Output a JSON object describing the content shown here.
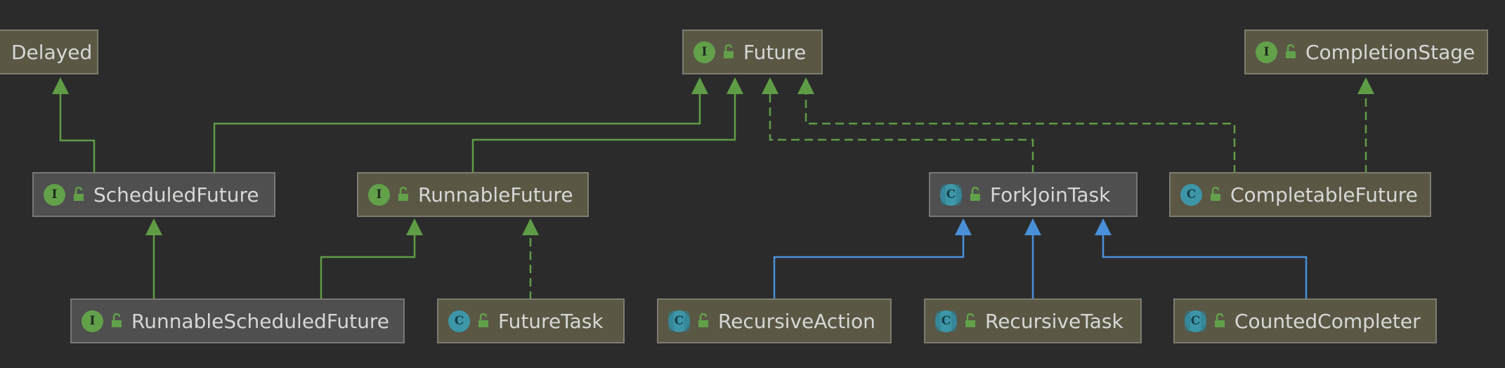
{
  "nodes": {
    "delayed": {
      "name": "Delayed"
    },
    "future": {
      "name": "Future",
      "kind": "interface"
    },
    "completion_stage": {
      "name": "CompletionStage",
      "kind": "interface"
    },
    "scheduled_future": {
      "name": "ScheduledFuture",
      "kind": "interface"
    },
    "runnable_future": {
      "name": "RunnableFuture",
      "kind": "interface"
    },
    "fork_join_task": {
      "name": "ForkJoinTask",
      "kind": "abstract-class"
    },
    "completable_future": {
      "name": "CompletableFuture",
      "kind": "class"
    },
    "runnable_scheduled_future": {
      "name": "RunnableScheduledFuture",
      "kind": "interface"
    },
    "future_task": {
      "name": "FutureTask",
      "kind": "class"
    },
    "recursive_action": {
      "name": "RecursiveAction",
      "kind": "abstract-class"
    },
    "recursive_task": {
      "name": "RecursiveTask",
      "kind": "abstract-class"
    },
    "counted_completer": {
      "name": "CountedCompleter",
      "kind": "abstract-class"
    }
  },
  "edges": [
    {
      "from": "scheduled_future",
      "to": "delayed",
      "type": "extends"
    },
    {
      "from": "scheduled_future",
      "to": "future",
      "type": "extends"
    },
    {
      "from": "runnable_future",
      "to": "future",
      "type": "extends"
    },
    {
      "from": "fork_join_task",
      "to": "future",
      "type": "implements"
    },
    {
      "from": "completable_future",
      "to": "future",
      "type": "implements"
    },
    {
      "from": "completable_future",
      "to": "completion_stage",
      "type": "implements"
    },
    {
      "from": "runnable_scheduled_future",
      "to": "scheduled_future",
      "type": "extends"
    },
    {
      "from": "runnable_scheduled_future",
      "to": "runnable_future",
      "type": "extends"
    },
    {
      "from": "future_task",
      "to": "runnable_future",
      "type": "implements"
    },
    {
      "from": "recursive_action",
      "to": "fork_join_task",
      "type": "class-extends"
    },
    {
      "from": "recursive_task",
      "to": "fork_join_task",
      "type": "class-extends"
    },
    {
      "from": "counted_completer",
      "to": "fork_join_task",
      "type": "class-extends"
    }
  ],
  "colors": {
    "background": "#2b2b2b",
    "interface_edge": "#5f9c46",
    "class_edge": "#4a90d9",
    "node_fill": "#5a5745",
    "node_fill_gray": "#4f4f4f",
    "node_border": "#7e7c70",
    "node_text": "#d7d8d5",
    "interface_badge": "#62a14a",
    "class_badge": "#3d96a8"
  }
}
